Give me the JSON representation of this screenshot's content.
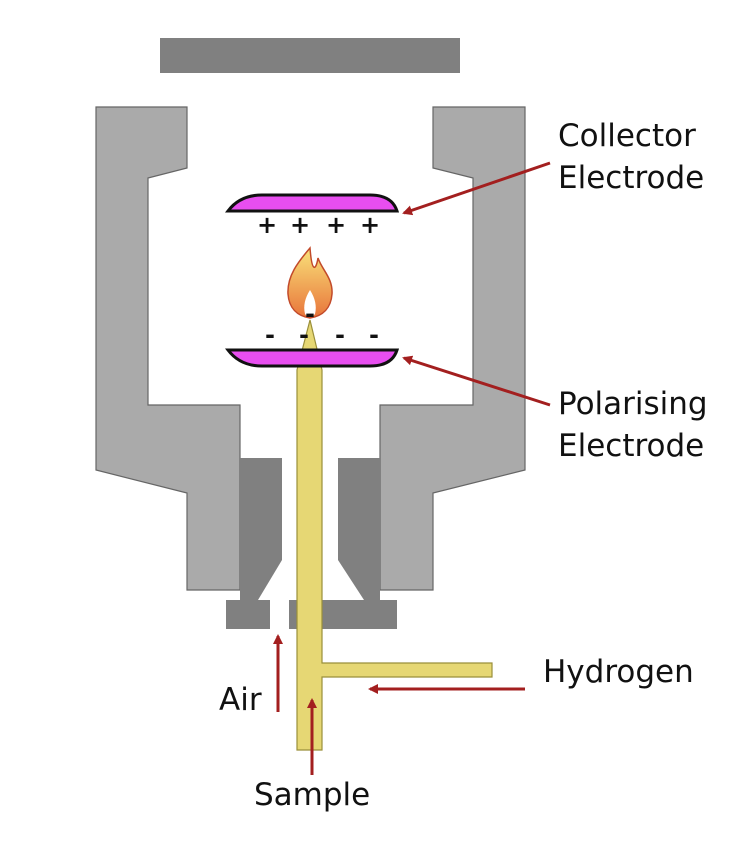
{
  "labels": {
    "collector": [
      "Collector",
      "Electrode"
    ],
    "polarising": [
      "Polarising",
      "Electrode"
    ],
    "hydrogen": "Hydrogen",
    "air": "Air",
    "sample": "Sample"
  },
  "charges": {
    "collector": [
      "+",
      "+",
      "+",
      "+"
    ],
    "polarising": [
      "-",
      "-",
      "-",
      "-"
    ],
    "tip": "-"
  },
  "colors": {
    "housing": "#aaaaaa",
    "housing_dark": "#808080",
    "jet": "#e6d774",
    "electrode": "#e84ef0",
    "arrow": "#a31f1f",
    "flame_outer": "#f0a04b",
    "flame_inner": "#ffffff"
  }
}
